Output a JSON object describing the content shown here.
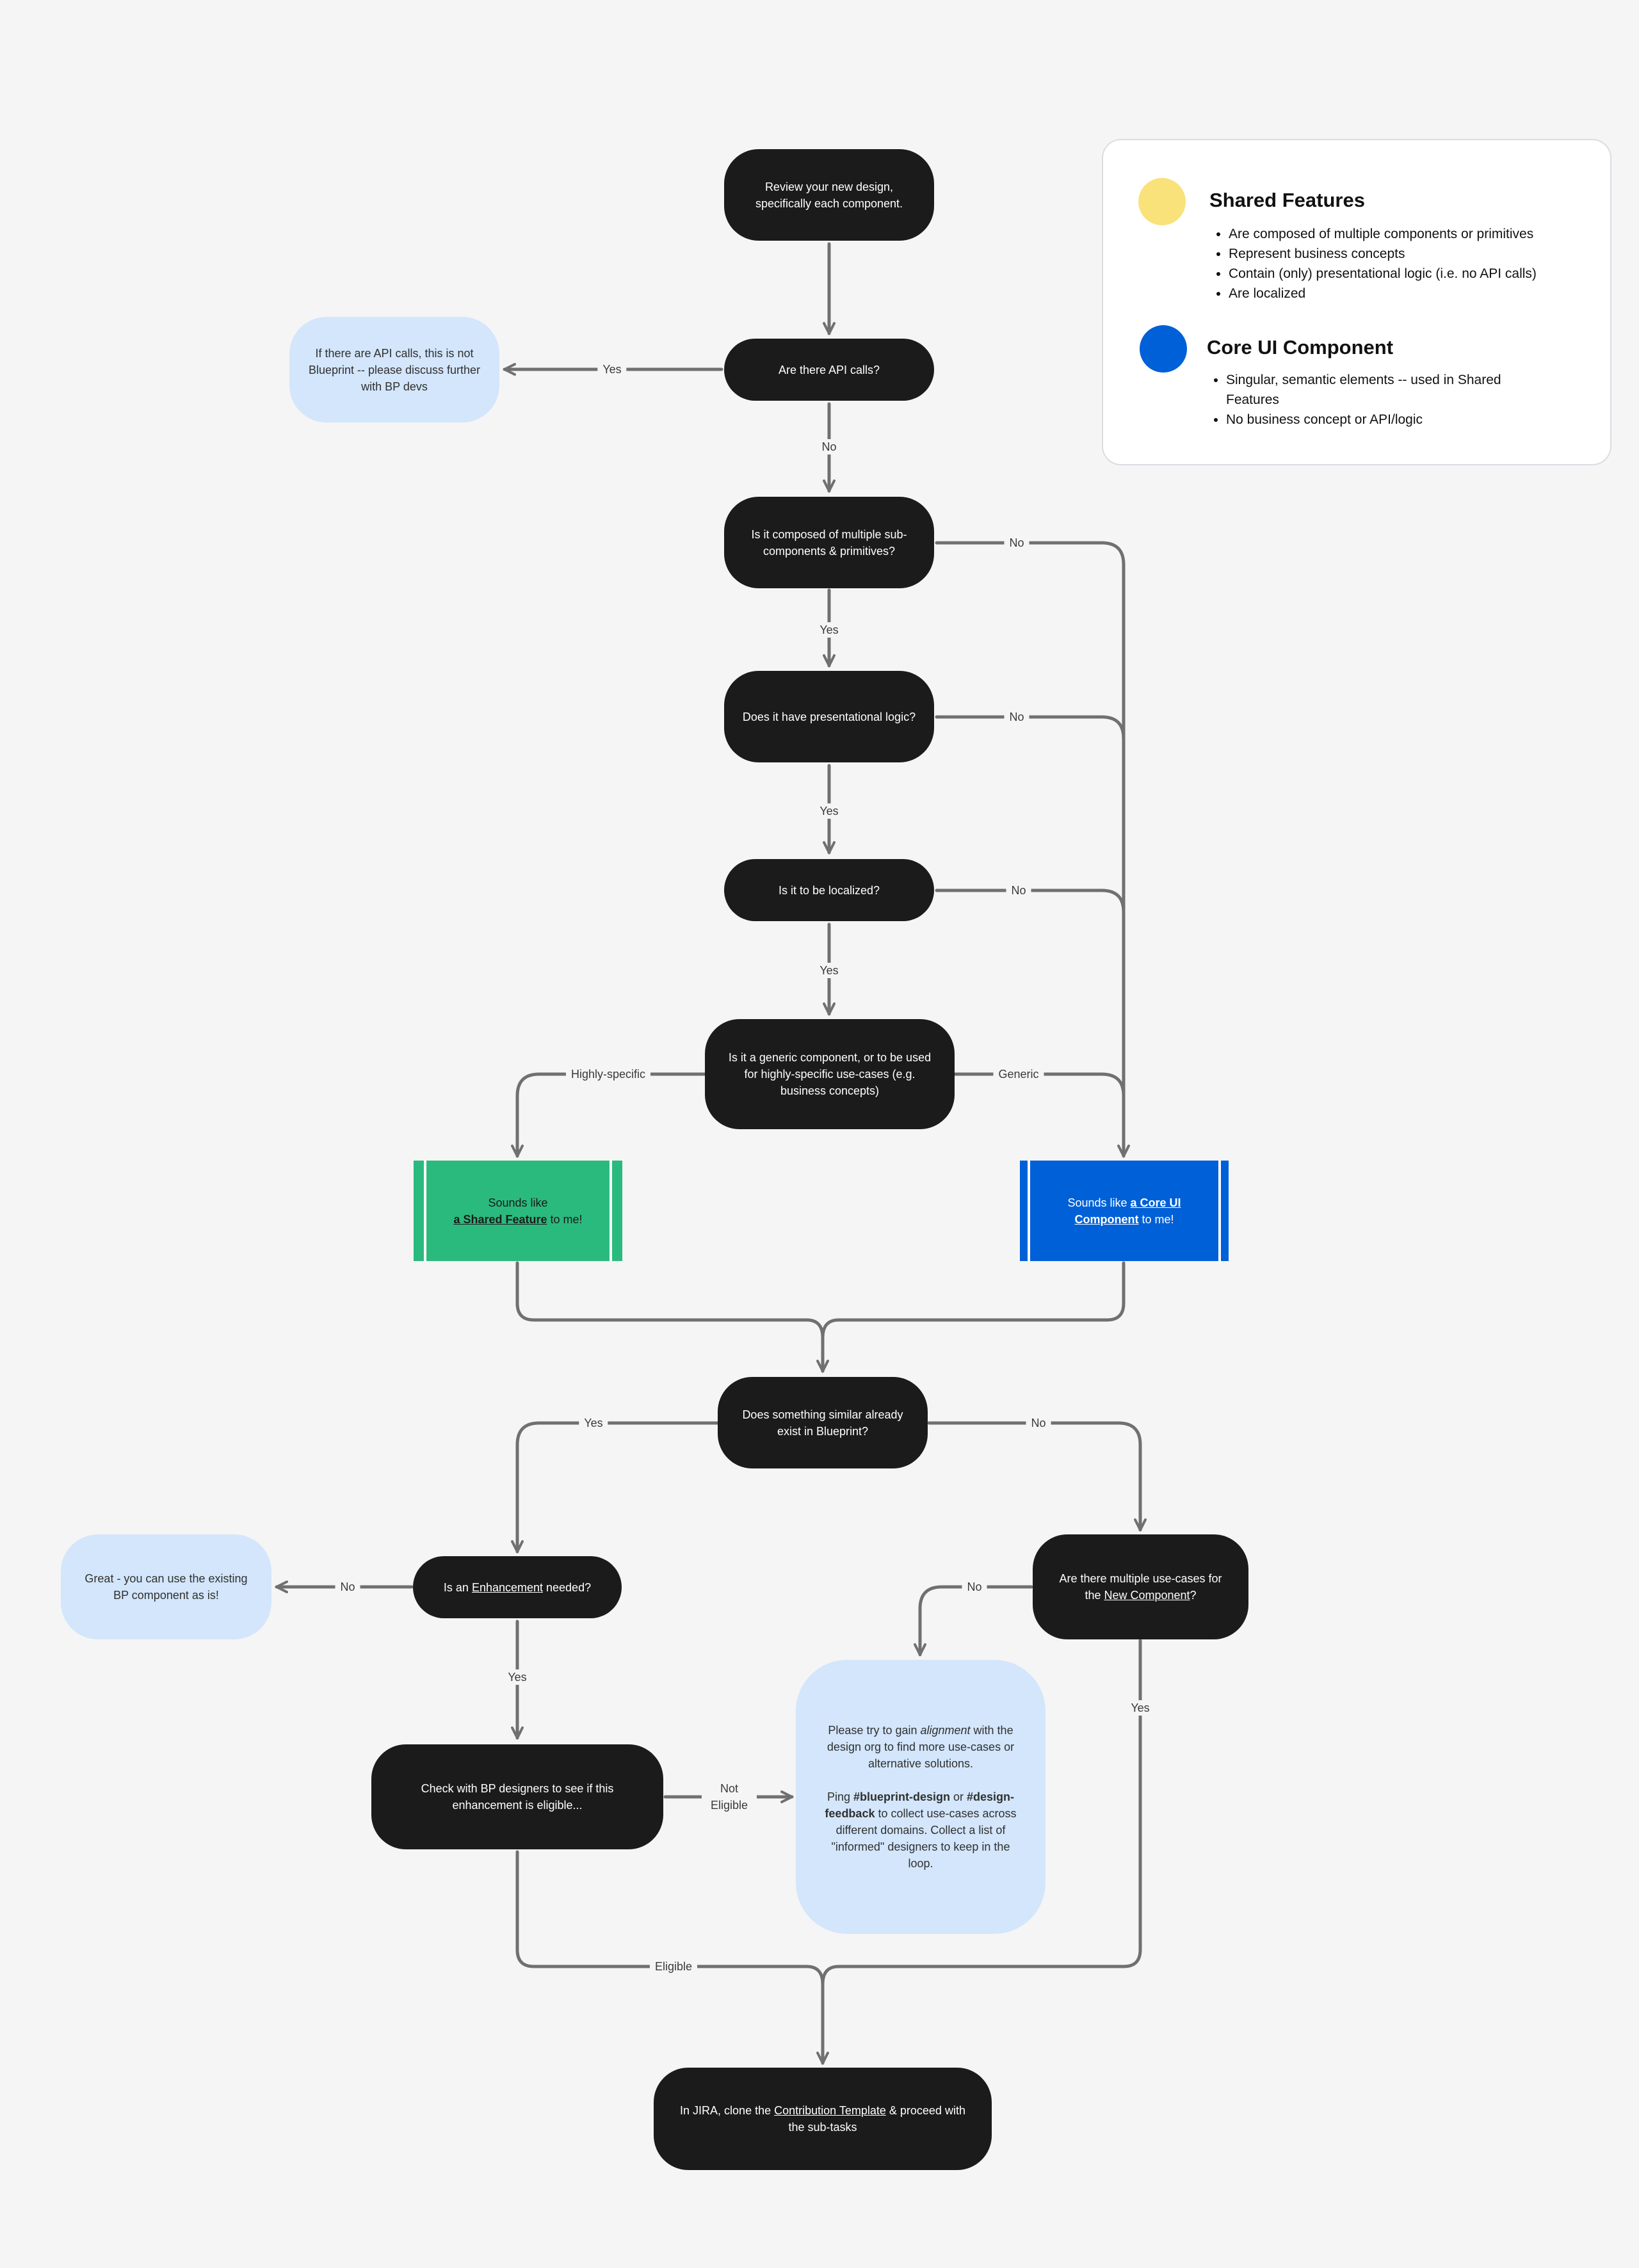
{
  "flow": {
    "start": "Review your new design, specifically each component.",
    "api_question": "Are there API calls?",
    "api_yes_result": "If there are API calls, this is not Blueprint -- please discuss further with BP devs",
    "composed_question": "Is it composed of multiple sub-components & primitives?",
    "presentational_question": "Does it have presentational logic?",
    "localized_question": "Is it to be localized?",
    "generic_question": "Is it a generic component, or to be used for highly-specific use-cases (e.g. business concepts)",
    "shared_result": {
      "prefix": "Sounds like",
      "link": "a Shared Feature",
      "suffix": " to me!"
    },
    "core_result": {
      "prefix": "Sounds like ",
      "link": "a Core UI Component",
      "suffix": " to me!"
    },
    "similar_question": "Does something similar already exist in Blueprint?",
    "enhancement_question": {
      "prefix": "Is an ",
      "link": "Enhancement",
      "suffix": " needed?"
    },
    "great_result": "Great - you can use the existing BP component as is!",
    "multiple_question": {
      "prefix": "Are there multiple use-cases for the ",
      "link": "New Component",
      "suffix": "?"
    },
    "check_question": "Check with BP designers to see if this enhancement is eligible...",
    "alignment_note": {
      "p1_a": "Please try to gain ",
      "p1_em": "alignment",
      "p1_b": " with the design org to find more use-cases or alternative solutions.",
      "p2_a": "Ping ",
      "p2_tag1": "#blueprint-design",
      "p2_or": " or ",
      "p2_tag2": "#design-feedback",
      "p2_b": " to collect use-cases across different domains. Collect a list of \"informed\" designers to keep in the loop."
    },
    "final": {
      "prefix": "In JIRA, clone the ",
      "link": "Contribution Template",
      "suffix": " & proceed with the sub-tasks"
    }
  },
  "labels": {
    "yes": "Yes",
    "no": "No",
    "highly_specific": "Highly-specific",
    "generic": "Generic",
    "not_eligible": "Not Eligible",
    "eligible": "Eligible"
  },
  "legend": {
    "shared": {
      "title": "Shared Features",
      "color": "#f9e27a",
      "items": [
        "Are composed of multiple components or primitives",
        "Represent business concepts",
        "Contain (only) presentational logic (i.e. no API calls)",
        "Are localized"
      ]
    },
    "core": {
      "title": "Core UI Component",
      "color": "#0060d8",
      "items": [
        "Singular, semantic elements -- used in Shared Features",
        "No business concept or API/logic"
      ]
    }
  },
  "colors": {
    "dark_node": "#1c1b1c",
    "light_node": "#d3e6fb",
    "shared_feature": "#2bba7e",
    "core_component": "#0060d8",
    "connector": "#707070"
  }
}
